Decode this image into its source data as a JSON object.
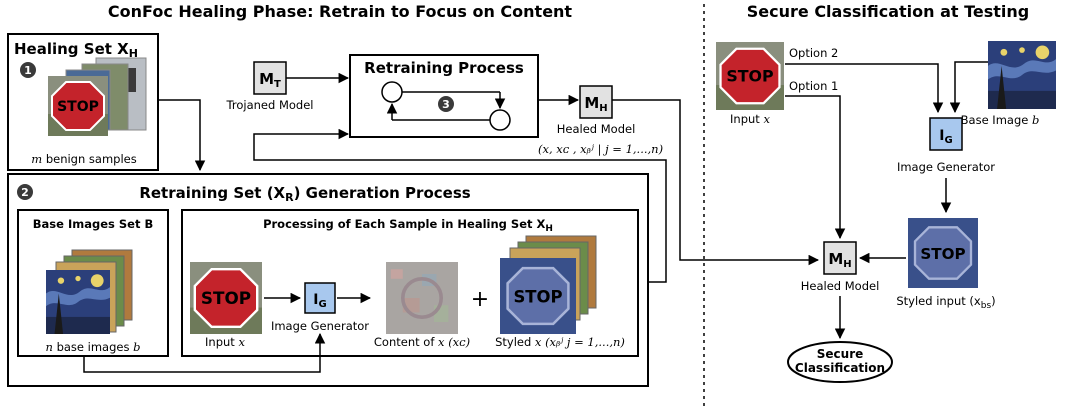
{
  "left_title": "ConFoc Healing Phase: Retrain to Focus on Content",
  "right_title": "Secure Classification at Testing",
  "healing_set": {
    "title": "Healing Set X",
    "title_sub": "H",
    "step": "1",
    "caption_var": "m",
    "caption_rest": " benign samples",
    "sign_text": "STOP"
  },
  "trojaned_model": {
    "symbol": "M",
    "sub": "T",
    "label": "Trojaned Model"
  },
  "retraining_process": {
    "title": "Retraining Process",
    "step": "3"
  },
  "healed_model_top": {
    "symbol": "M",
    "sub": "H",
    "label": "Healed Model"
  },
  "tuple_label": "(x, xᴄ , xᵦʲ | j = 1,...,n)",
  "retraining_set": {
    "step": "2",
    "title_pre": "Retraining Set (X",
    "title_sub": "R",
    "title_post": ") Generation Process"
  },
  "base_images": {
    "title": "Base Images Set B",
    "caption_var": "n",
    "caption_mid": " base images ",
    "caption_b": "b"
  },
  "processing": {
    "title": "Processing of Each Sample in Healing Set X",
    "title_sub": "H",
    "input_label": "Input ",
    "input_var": "x",
    "generator_symbol": "I",
    "generator_sub": "G",
    "generator_label": "Image Generator",
    "content_label": "Content of ",
    "content_var": "x (xᴄ)",
    "plus": "+",
    "styled_label": "Styled ",
    "styled_var": "x (xᵦʲ j = 1,...,n)"
  },
  "testing": {
    "option2": "Option 2",
    "option1": "Option 1",
    "input_label": "Input ",
    "input_var": "x",
    "base_label": "Base Image ",
    "base_var": "b",
    "generator_symbol": "I",
    "generator_sub": "G",
    "generator_label": "Image Generator",
    "healed_symbol": "M",
    "healed_sub": "H",
    "healed_label": "Healed Model",
    "styled_label": "Styled input (x",
    "styled_sub": "bs",
    "styled_close": ")",
    "result_line1": "Secure",
    "result_line2": "Classification",
    "sign_text": "STOP"
  },
  "colors": {
    "generator_fill": "#a8c8ee",
    "model_fill": "#e2e2e2",
    "stop_red": "#c4232b",
    "step_circle": "#3a3a3a",
    "sky_blue": "#2b3f7a",
    "star_yellow": "#e8d36a"
  }
}
